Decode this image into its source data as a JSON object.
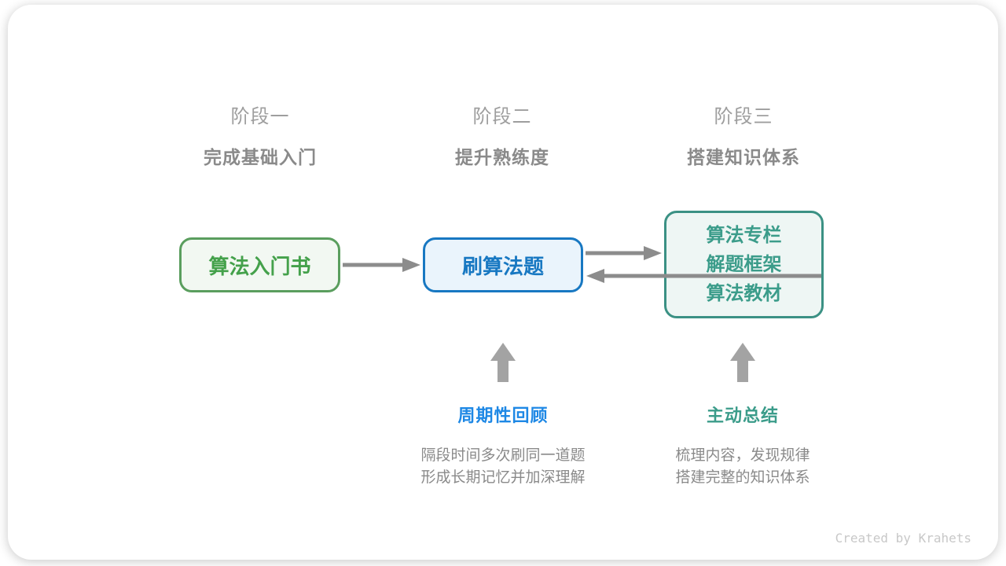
{
  "stages": [
    {
      "title": "阶段一",
      "subtitle": "完成基础入门"
    },
    {
      "title": "阶段二",
      "subtitle": "提升熟练度"
    },
    {
      "title": "阶段三",
      "subtitle": "搭建知识体系"
    }
  ],
  "nodes": {
    "intro_book": {
      "label": "算法入门书"
    },
    "practice": {
      "label": "刷算法题"
    },
    "resources": {
      "lines": [
        "算法专栏",
        "解题框架",
        "算法教材"
      ]
    }
  },
  "annotations": [
    {
      "title": "周期性回顾",
      "lines": [
        "隔段时间多次刷同一道题",
        "形成长期记忆并加深理解"
      ]
    },
    {
      "title": "主动总结",
      "lines": [
        "梳理内容，发现规律",
        "搭建完整的知识体系"
      ]
    }
  ],
  "footer": {
    "credit": "Created by Krahets"
  },
  "colors": {
    "green_border": "#5a9e5e",
    "green_text": "#44a14b",
    "green_bg": "#f2f8f2",
    "blue_border": "#1878c2",
    "blue_text": "#1878c2",
    "blue_bg": "#eaf4fc",
    "teal_border": "#3b9184",
    "teal_text": "#3b9c8a",
    "teal_bg": "#eef6f4",
    "annotation_blue": "#1e88e5",
    "annotation_teal": "#3b9c8a",
    "arrow_gray": "#8c8c8c",
    "up_arrow_gray": "#a3a3a3",
    "stage_title_gray": "#9e9e9e",
    "stage_subtitle_gray": "#8a8a8a",
    "desc_gray": "#8a8a8a",
    "credit_gray": "#c8c8c8"
  }
}
